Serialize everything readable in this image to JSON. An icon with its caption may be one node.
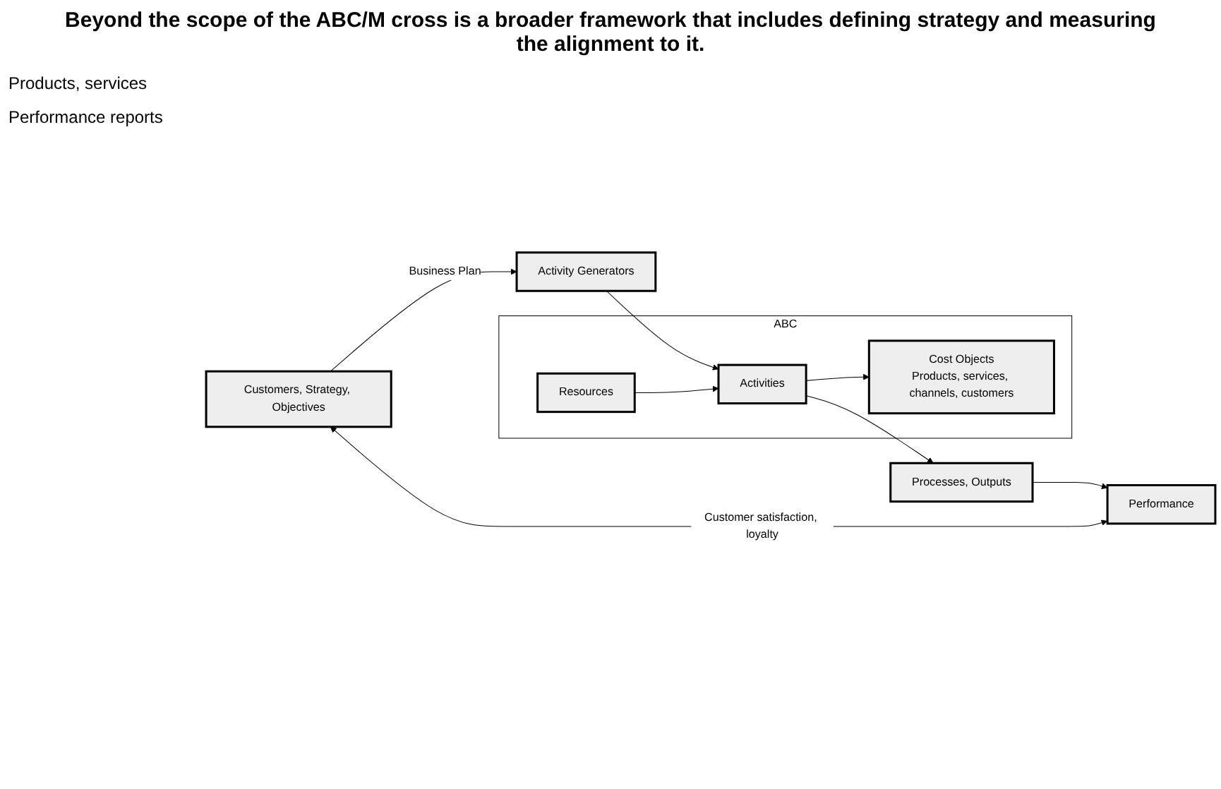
{
  "diagram": {
    "title": "Beyond the scope of the ABC/M cross is a broader framework that includes defining strategy and measuring the alignment to it.",
    "nodes": [
      {
        "text": [
          "Customers, Strategy, Objectives"
        ]
      },
      {
        "text": [
          "Activity Generators"
        ]
      },
      {
        "text": [
          "ABC"
        ]
      },
      {
        "text": [
          "Resources"
        ],
        "in": 2
      },
      {
        "text": [
          "Activities"
        ],
        "in": 2
      },
      {
        "text": [
          "Cost Objects",
          "Products, services, channels, customers"
        ],
        "in": 2
      },
      {
        "text": [
          "Processes, Outputs"
        ]
      },
      {
        "text": [
          "Performance"
        ]
      }
    ],
    "edges": [
      {
        "from": 0,
        "to": 1,
        "arrow": "to",
        "label": "Business Plan"
      },
      {
        "from": 1,
        "to": 4,
        "arrow": "to"
      },
      {
        "from": 3,
        "to": 4,
        "arrow": "to"
      },
      {
        "from": 4,
        "to": 5,
        "arrow": "to"
      },
      {
        "from": 4,
        "to": 6,
        "arrow": "to"
      },
      {
        "from": 6,
        "to": 7,
        "arrow": "to"
      },
      {
        "from": 7,
        "to": 0,
        "arrow": "both",
        "label": "Customer satisfaction, loyalty"
      }
    ],
    "labels": [
      "Products, services",
      "Performance reports"
    ]
  }
}
